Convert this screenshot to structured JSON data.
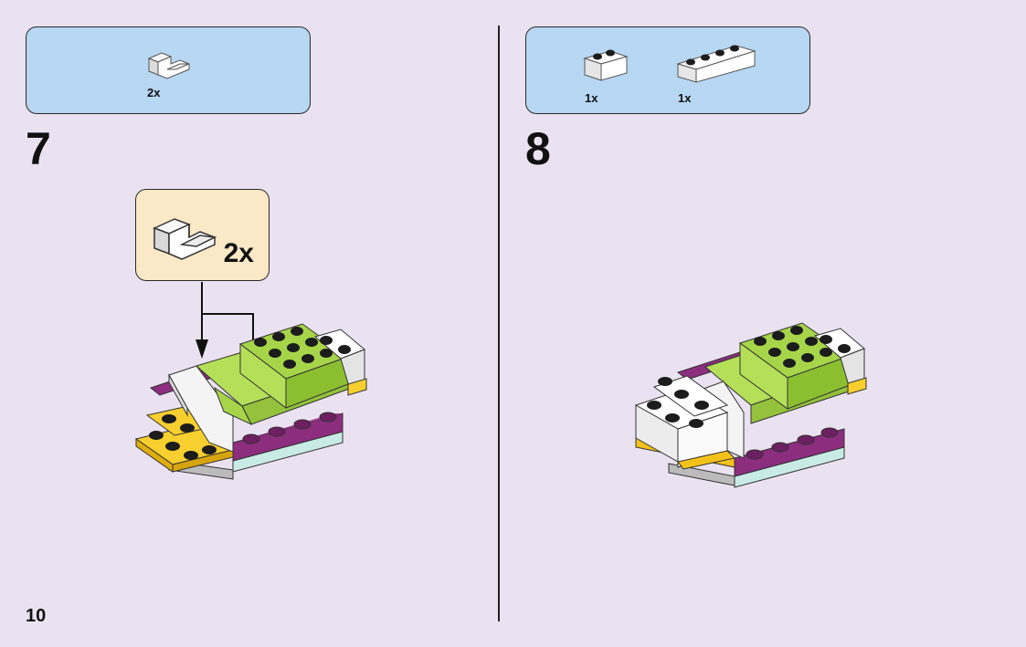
{
  "page_number": "10",
  "steps": [
    {
      "number": "7",
      "parts": [
        {
          "qty": "2x",
          "icon": "white-bracket-piece"
        }
      ],
      "callout": {
        "qty": "2x",
        "icon": "white-bracket-piece"
      }
    },
    {
      "number": "8",
      "parts": [
        {
          "qty": "1x",
          "icon": "white-brick-1x2"
        },
        {
          "qty": "1x",
          "icon": "white-brick-1x4"
        }
      ]
    }
  ],
  "colors": {
    "background": "#ebe2f1",
    "parts_box": "#b7d7f2",
    "callout_box": "#fbe8c6",
    "lime": "#a6d54a",
    "magenta": "#8c2d7e",
    "yellow": "#f3c21a",
    "white_brick": "#ffffff"
  }
}
